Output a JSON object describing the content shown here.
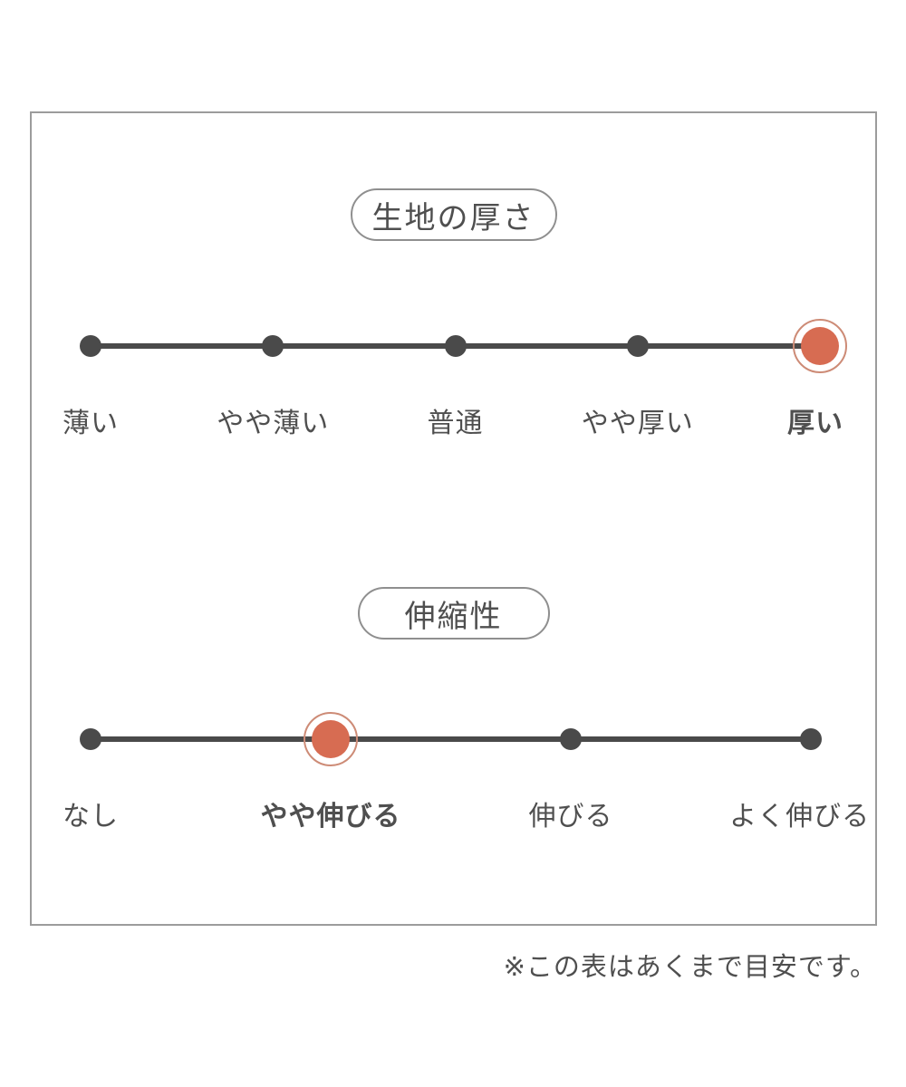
{
  "colors": {
    "line": "#4a4a4a",
    "dot": "#4a4a4a",
    "text": "#4f4f4f",
    "accent": "#d76c52",
    "accent_ring": "#cd8b76",
    "border": "#9c9c9c",
    "pill_border": "#8f8f8f"
  },
  "footnote": "※この表はあくまで目安です。",
  "chart_data": [
    {
      "type": "scale",
      "title": "生地の厚さ",
      "categories": [
        "薄い",
        "やや薄い",
        "普通",
        "やや厚い",
        "厚い"
      ],
      "selected_index": 4,
      "selected_value": "厚い"
    },
    {
      "type": "scale",
      "title": "伸縮性",
      "categories": [
        "なし",
        "やや伸びる",
        "伸びる",
        "よく伸びる"
      ],
      "selected_index": 1,
      "selected_value": "やや伸びる"
    }
  ]
}
